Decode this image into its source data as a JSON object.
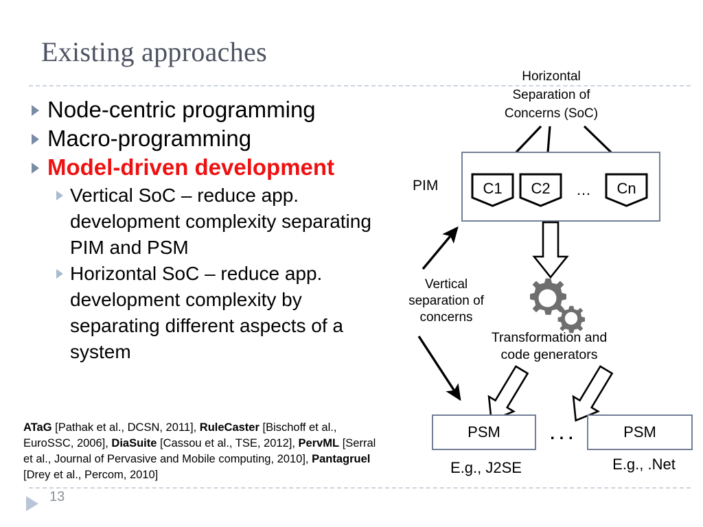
{
  "slide": {
    "title": "Existing approaches",
    "number": "13"
  },
  "bullets": [
    {
      "level": 1,
      "text": "Node-centric programming",
      "accent": false
    },
    {
      "level": 1,
      "text": "Macro-programming",
      "accent": false
    },
    {
      "level": 1,
      "text": "Model-driven development",
      "accent": true
    },
    {
      "level": 2,
      "text": "Vertical SoC – reduce app. development complexity separating PIM and PSM",
      "accent": false
    },
    {
      "level": 2,
      "text": "Horizontal SoC – reduce app. development complexity by separating different aspects of a system",
      "accent": false
    }
  ],
  "references": {
    "full_text": "ATaG  [Pathak et al.,  DCSN, 2011],  RuleCaster [Bischoff et al.,  EuroSSC, 2006],  DiaSuite  [Cassou et al.,  TSE, 2012],  PervML [Serral et al.,  Journal of Pervasive and Mobile computing, 2010],  Pantagruel [Drey et al.,  Percom, 2010]",
    "parts": [
      {
        "text": "ATaG",
        "bold": true
      },
      {
        "text": "  [Pathak et al.,  DCSN, 2011],  ",
        "bold": false
      },
      {
        "text": "RuleCaster",
        "bold": true
      },
      {
        "text": " [Bischoff et al.,  EuroSSC, 2006],  ",
        "bold": false
      },
      {
        "text": "DiaSuite",
        "bold": true
      },
      {
        "text": "  [Cassou et al.,  TSE, 2012],  ",
        "bold": false
      },
      {
        "text": "PervML",
        "bold": true
      },
      {
        "text": " [Serral et al.,  Journal of Pervasive and Mobile computing, 2010],  ",
        "bold": false
      },
      {
        "text": "Pantagruel",
        "bold": true
      },
      {
        "text": " [Drey et al.,  Percom, 2010]",
        "bold": false
      }
    ]
  },
  "diagram": {
    "top_label": {
      "line1": "Horizontal",
      "line2": "Separation of",
      "line3": "Concerns (SoC)"
    },
    "pim_label": "PIM",
    "pim_concerns": [
      "C1",
      "C2",
      "Cn"
    ],
    "pim_ellipsis": "…",
    "vertical_label": {
      "line1": "Vertical",
      "line2": "separation of",
      "line3": "concerns"
    },
    "transform_label": {
      "line1": "Transformation  and",
      "line2": "code generators"
    },
    "psm_left": {
      "title": "PSM",
      "caption": "E.g.,  J2SE"
    },
    "psm_right": {
      "title": "PSM",
      "caption": "E.g.,  .Net"
    },
    "psm_ellipsis": ". . .",
    "colors": {
      "box_border": "#737f96",
      "arrow": "#000000",
      "gear": "#6e6e6e",
      "accent_red": "#ee1111",
      "title": "#4d5260",
      "divider": "#ccd3dd"
    }
  }
}
